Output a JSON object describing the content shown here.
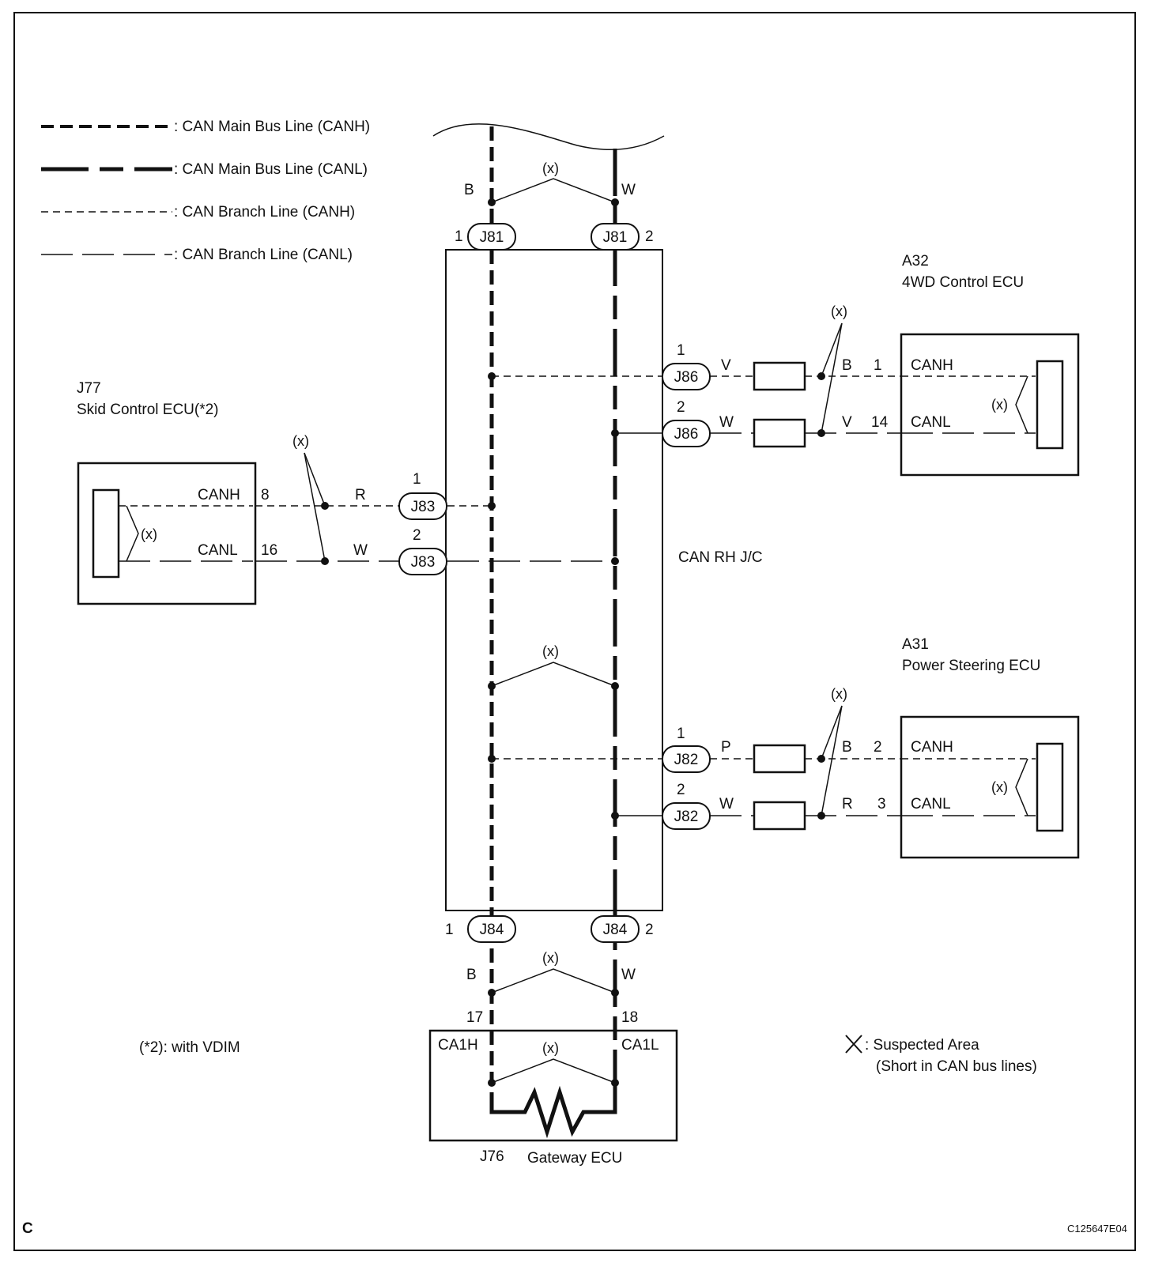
{
  "legend": {
    "main_canh": ": CAN Main Bus Line (CANH)",
    "main_canl": ": CAN Main Bus Line (CANL)",
    "branch_canh": ": CAN Branch Line (CANH)",
    "branch_canl": ": CAN Branch Line (CANL)"
  },
  "suspect_marker": "(x)",
  "junction": {
    "name": "CAN RH J/C"
  },
  "connectors": {
    "top": {
      "name": "J81",
      "pin_h": "1",
      "pin_l": "2",
      "wire_h": "B",
      "wire_l": "W"
    },
    "bottom": {
      "name": "J84",
      "pin_h": "1",
      "pin_l": "2",
      "wire_h": "B",
      "wire_l": "W"
    },
    "skid": {
      "name": "J83",
      "pin_h": "1",
      "pin_l": "2"
    },
    "fwd": {
      "name": "J86",
      "pin_h": "1",
      "pin_l": "2"
    },
    "ps": {
      "name": "J82",
      "pin_h": "1",
      "pin_l": "2"
    }
  },
  "ecus": {
    "skid": {
      "code": "J77",
      "name": "Skid Control ECU(*2)",
      "canh": "CANH",
      "canl": "CANL",
      "pin_h": "8",
      "pin_l": "16",
      "wire_h": "R",
      "wire_l": "W"
    },
    "fwd": {
      "code": "A32",
      "name": "4WD Control ECU",
      "canh": "CANH",
      "canl": "CANL",
      "pin_h": "1",
      "pin_l": "14",
      "wire_jc_h": "V",
      "wire_jc_l": "W",
      "wire_ecu_h": "B",
      "wire_ecu_l": "V"
    },
    "ps": {
      "code": "A31",
      "name": "Power Steering ECU",
      "canh": "CANH",
      "canl": "CANL",
      "pin_h": "2",
      "pin_l": "3",
      "wire_jc_h": "P",
      "wire_jc_l": "W",
      "wire_ecu_h": "B",
      "wire_ecu_l": "R"
    },
    "gateway": {
      "code": "J76",
      "name": "Gateway ECU",
      "canh": "CA1H",
      "canl": "CA1L",
      "pin_h": "17",
      "pin_l": "18"
    }
  },
  "notes": {
    "vdim": "(*2): with VDIM",
    "suspect_line1": ": Suspected Area",
    "suspect_line2": "(Short in CAN bus lines)"
  },
  "footer": {
    "corner": "C",
    "code": "C125647E04"
  }
}
